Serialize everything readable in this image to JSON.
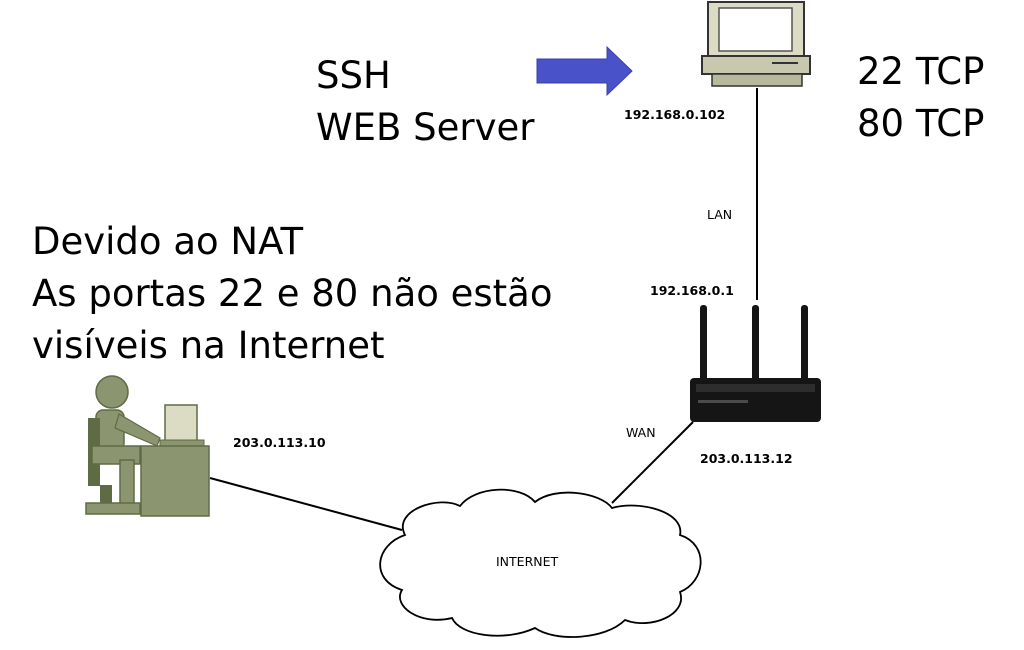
{
  "services_label": {
    "line1": "SSH",
    "line2": "WEB Server"
  },
  "ports_label": {
    "line1": "22 TCP",
    "line2": "80 TCP"
  },
  "nat_note": {
    "line1": "Devido ao NAT",
    "line2": "As portas 22 e 80 não estão",
    "line3": "visíveis na Internet"
  },
  "server": {
    "ip": "192.168.0.102",
    "icon": "desktop-computer-icon"
  },
  "lan_link": {
    "label": "LAN"
  },
  "router": {
    "lan_ip": "192.168.0.1",
    "wan_ip": "203.0.113.12",
    "icon": "wireless-router-icon"
  },
  "wan_link": {
    "label": "WAN"
  },
  "client": {
    "ip": "203.0.113.10",
    "icon": "user-at-computer-icon"
  },
  "internet": {
    "label": "INTERNET",
    "icon": "cloud-icon"
  },
  "colors": {
    "arrow": "#4a52c9",
    "client_fill": "#8b9670",
    "client_dark": "#5f6b45",
    "computer_fill": "#dcdcc4",
    "router_fill": "#151515"
  }
}
